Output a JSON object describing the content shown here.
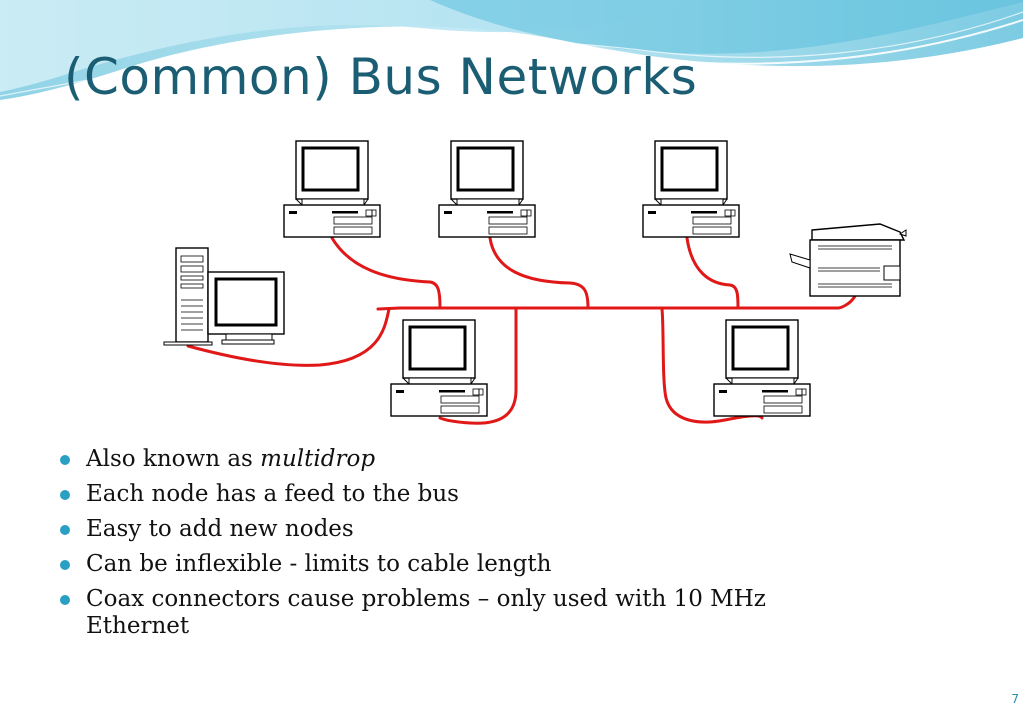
{
  "slide": {
    "title": "(Common) Bus Networks",
    "page_number": "7",
    "accent_color": "#2a9fc4",
    "title_color": "#1b5e74"
  },
  "diagram": {
    "cable_color": "#e01818",
    "nodes": [
      {
        "id": "pc-top-left",
        "type": "desktop-computer"
      },
      {
        "id": "pc-top-middle",
        "type": "desktop-computer"
      },
      {
        "id": "pc-top-right",
        "type": "desktop-computer"
      },
      {
        "id": "tower-server",
        "type": "tower-computer"
      },
      {
        "id": "printer",
        "type": "printer"
      },
      {
        "id": "pc-bottom-left",
        "type": "desktop-computer"
      },
      {
        "id": "pc-bottom-right",
        "type": "desktop-computer"
      }
    ]
  },
  "bullets": [
    {
      "text": "Also known as ",
      "emphasis": "multidrop"
    },
    {
      "text": "Each node has a feed to the bus",
      "emphasis": ""
    },
    {
      "text": "Easy to add new nodes",
      "emphasis": ""
    },
    {
      "text": "Can be inflexible - limits to cable length",
      "emphasis": ""
    },
    {
      "text": "Coax connectors cause problems – only used with 10 MHz Ethernet",
      "emphasis": ""
    }
  ]
}
